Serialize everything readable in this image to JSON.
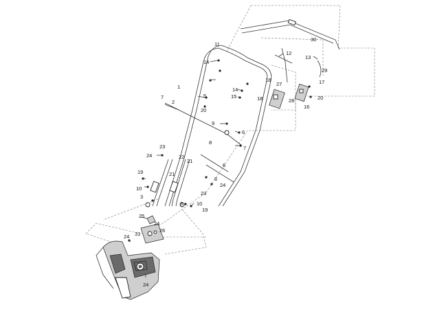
{
  "diagram": {
    "callouts": [
      "30",
      "11",
      "12",
      "13",
      "29",
      "14",
      "18",
      "27",
      "17",
      "1",
      "7",
      "2",
      "5",
      "20",
      "14",
      "15",
      "18",
      "28",
      "16",
      "20",
      "9",
      "6",
      "8",
      "7",
      "23",
      "24",
      "22",
      "21",
      "6",
      "19",
      "21",
      "6",
      "10",
      "24",
      "3",
      "23",
      "3",
      "10",
      "19",
      "25",
      "24",
      "31",
      "26",
      "24",
      "24"
    ]
  }
}
